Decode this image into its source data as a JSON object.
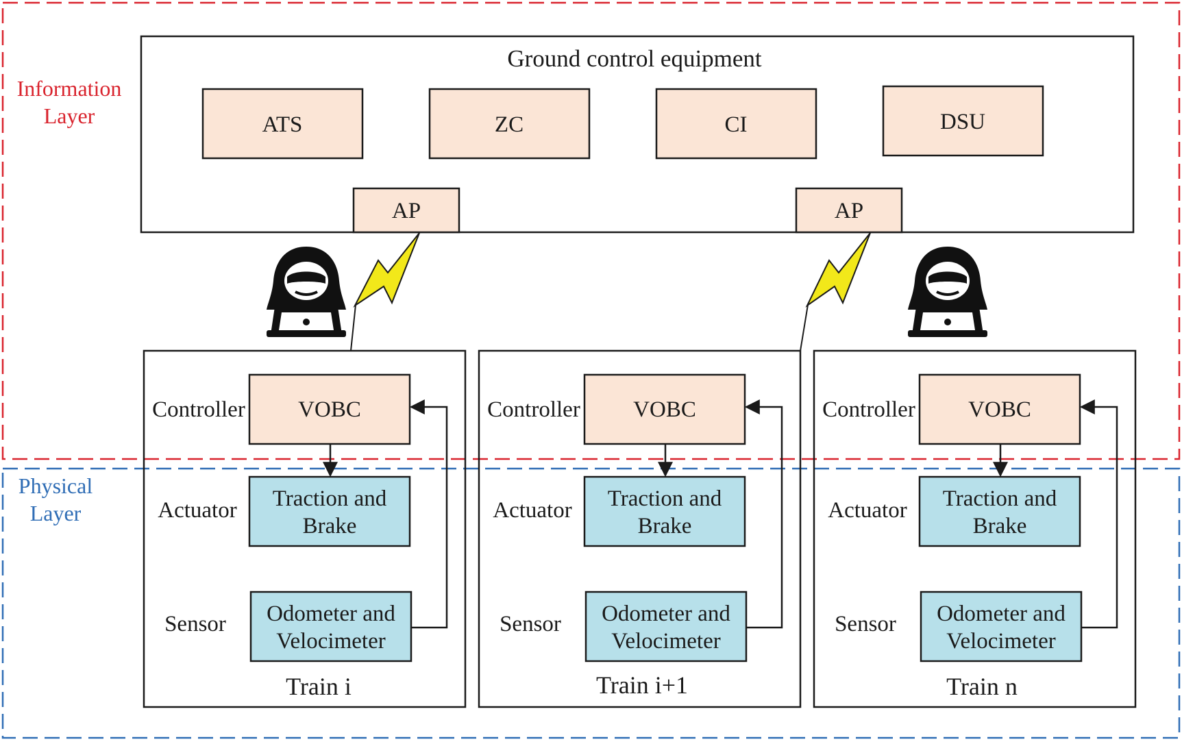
{
  "colors": {
    "information_layer": "#d9232d",
    "physical_layer": "#2f6db5",
    "controller_box_fill": "#fbe5d6",
    "actuator_sensor_box_fill": "#b7e0ea",
    "line": "#1a1a1a",
    "lightning": "#f2e81a"
  },
  "layers": {
    "information": [
      "Information",
      "Layer"
    ],
    "physical": [
      "Physical",
      "Layer"
    ]
  },
  "ground": {
    "title": "Ground control equipment",
    "units": [
      "ATS",
      "ZC",
      "CI",
      "DSU"
    ],
    "access_points": [
      "AP",
      "AP"
    ]
  },
  "trains": [
    {
      "name": "Train i",
      "controller_label": "Controller",
      "controller": "VOBC",
      "actuator_label": "Actuator",
      "actuator": [
        "Traction and",
        "Brake"
      ],
      "sensor_label": "Sensor",
      "sensor": [
        "Odometer and",
        "Velocimeter"
      ]
    },
    {
      "name": "Train i+1",
      "controller_label": "Controller",
      "controller": "VOBC",
      "actuator_label": "Actuator",
      "actuator": [
        "Traction and",
        "Brake"
      ],
      "sensor_label": "Sensor",
      "sensor": [
        "Odometer and",
        "Velocimeter"
      ]
    },
    {
      "name": "Train n",
      "controller_label": "Controller",
      "controller": "VOBC",
      "actuator_label": "Actuator",
      "actuator": [
        "Traction and",
        "Brake"
      ],
      "sensor_label": "Sensor",
      "sensor": [
        "Odometer and",
        "Velocimeter"
      ]
    }
  ],
  "icons": [
    "hacker-icon",
    "lightning-icon",
    "arrow-down-icon",
    "arrow-left-icon"
  ]
}
